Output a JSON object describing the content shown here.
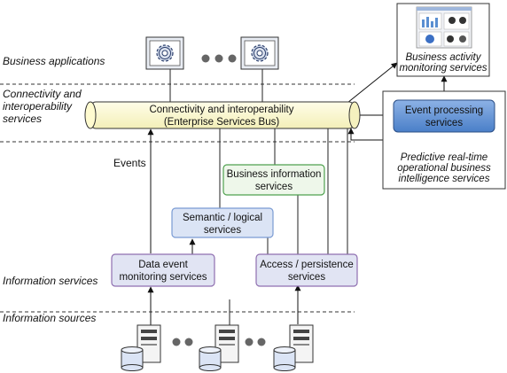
{
  "lanes": {
    "business_applications": "Business applications",
    "connectivity": [
      "Connectivity and",
      "interoperability",
      "services"
    ],
    "information_services": "Information services",
    "information_sources": "Information sources"
  },
  "esb": {
    "line1": "Connectivity and interoperability",
    "line2": "(Enterprise Services Bus)"
  },
  "event_processing": [
    "Event processing",
    "services"
  ],
  "predictive": [
    "Predictive real-time",
    "operational business",
    "intelligence services"
  ],
  "bam": [
    "Business activity",
    "monitoring services"
  ],
  "events_label": "Events",
  "business_information": [
    "Business information",
    "services"
  ],
  "semantic": [
    "Semantic / logical",
    "services"
  ],
  "data_event": [
    "Data event",
    "monitoring services"
  ],
  "access_persistence": [
    "Access / persistence",
    "services"
  ],
  "colors": {
    "esb_fill": "#fbf9d6",
    "event_fill": "#5b8fd1",
    "green_border": "#4fa14f",
    "green_fill": "#eef7ea",
    "blue_fill": "#dbe4f5",
    "blue_border": "#7a9bd3",
    "purple_border": "#8f6fb0",
    "purple_fill": "#e1e4f3"
  }
}
